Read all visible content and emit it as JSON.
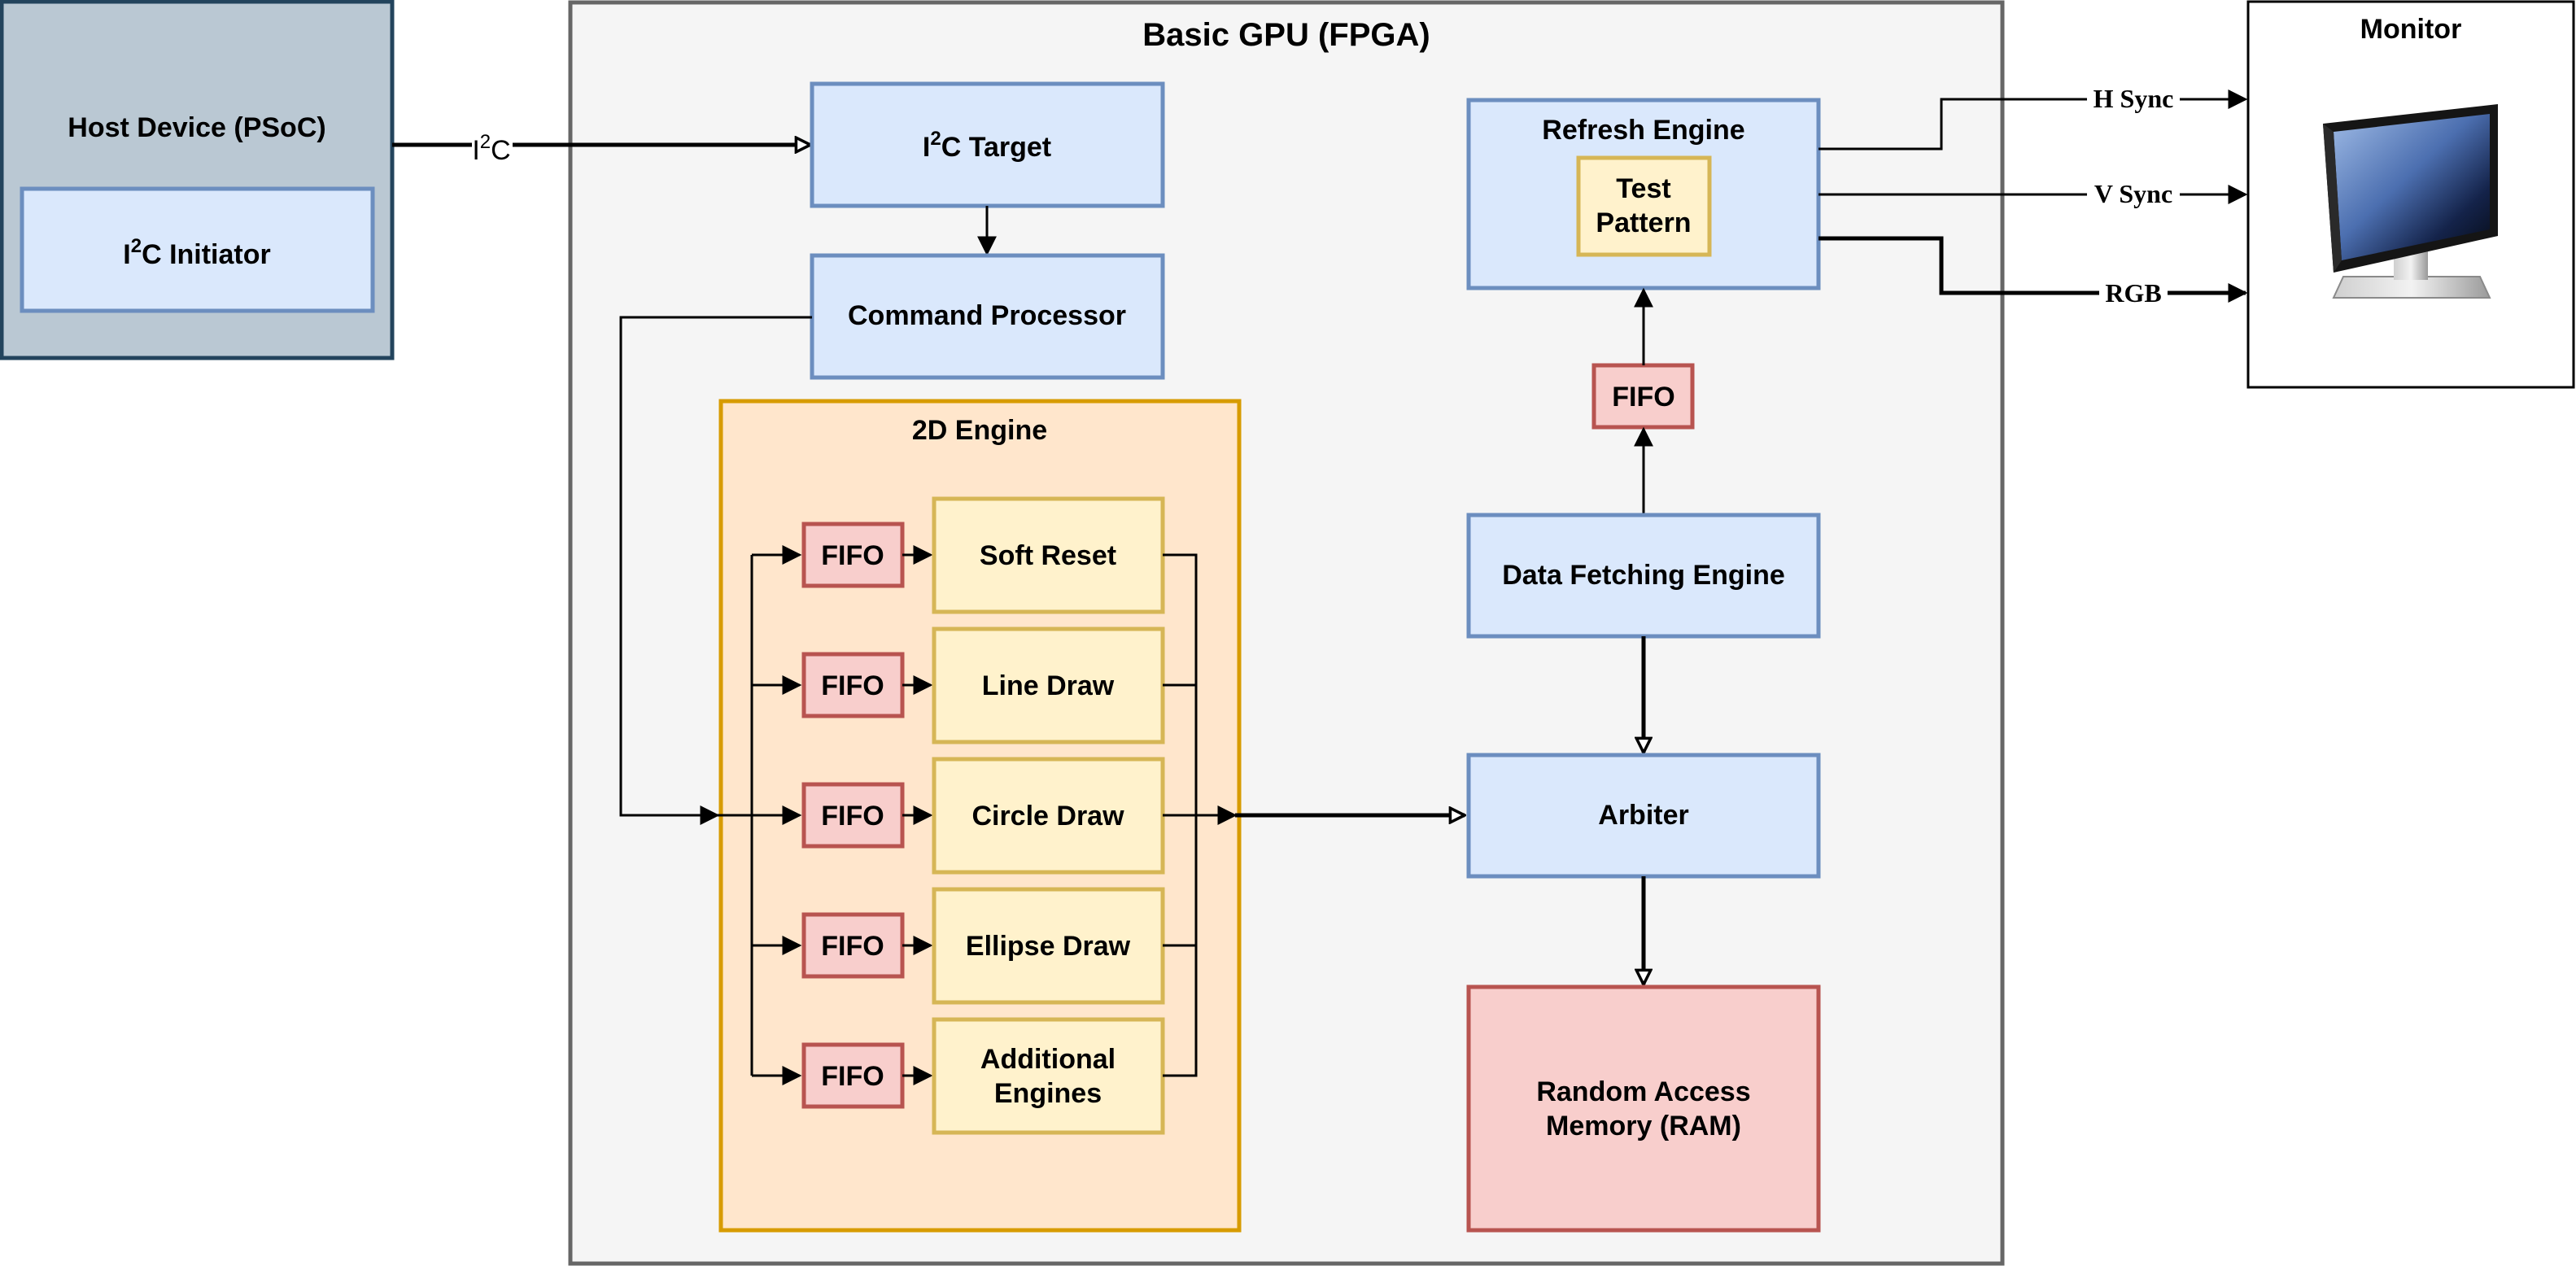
{
  "gpu": {
    "title": "Basic GPU (FPGA)"
  },
  "host": {
    "title": "Host Device (PSoC)",
    "initiator": {
      "prefix": "I",
      "sup": "2",
      "suffix": "C Initiator"
    }
  },
  "link": {
    "prefix": "I",
    "sup": "2",
    "suffix": "C"
  },
  "target": {
    "prefix": "I",
    "sup": "2",
    "suffix": "C Target"
  },
  "command_processor": "Command Processor",
  "engine2d": {
    "title": "2D Engine",
    "fifo_label": "FIFO",
    "engines": [
      {
        "line1": "Soft Reset",
        "line2": ""
      },
      {
        "line1": "Line Draw",
        "line2": ""
      },
      {
        "line1": "Circle Draw",
        "line2": ""
      },
      {
        "line1": "Ellipse Draw",
        "line2": ""
      },
      {
        "line1": "Additional",
        "line2": "Engines"
      }
    ]
  },
  "refresh": {
    "title": "Refresh Engine",
    "test_pattern": {
      "line1": "Test",
      "line2": "Pattern"
    }
  },
  "refresh_fifo": "FIFO",
  "data_fetch": "Data Fetching Engine",
  "arbiter": "Arbiter",
  "ram": {
    "line1": "Random Access",
    "line2": "Memory (RAM)"
  },
  "monitor": {
    "title": "Monitor"
  },
  "signals": {
    "hsync": "H Sync",
    "vsync": "V Sync",
    "rgb": "RGB"
  },
  "colors": {
    "blue_fill": "#dae8fc",
    "blue_stroke": "#6c8ebf",
    "red_fill": "#f8cecc",
    "red_stroke": "#b85450",
    "yellow_fill": "#fff2cc",
    "yellow_stroke": "#d6b656",
    "orange_fill": "#ffe6cc",
    "orange_stroke": "#d79b00",
    "host_fill": "#bac8d3",
    "host_stroke": "#23445d",
    "gpu_fill": "#f5f5f5",
    "gpu_stroke": "#666666"
  }
}
